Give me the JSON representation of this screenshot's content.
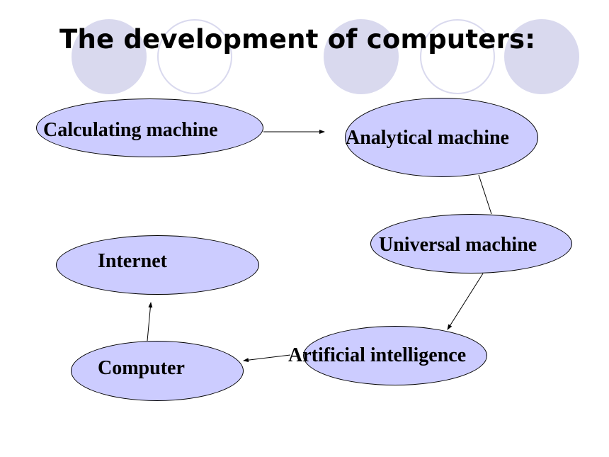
{
  "slide": {
    "title": "The development of computers:"
  },
  "nodes": {
    "calculating": "Calculating machine",
    "analytical": "Analytical machine",
    "universal": "Universal machine",
    "ai": "Artificial intelligence",
    "computer": "Computer",
    "internet": "Internet"
  },
  "colors": {
    "node_fill": "#ccccff",
    "decor": "#d9d9ee"
  }
}
